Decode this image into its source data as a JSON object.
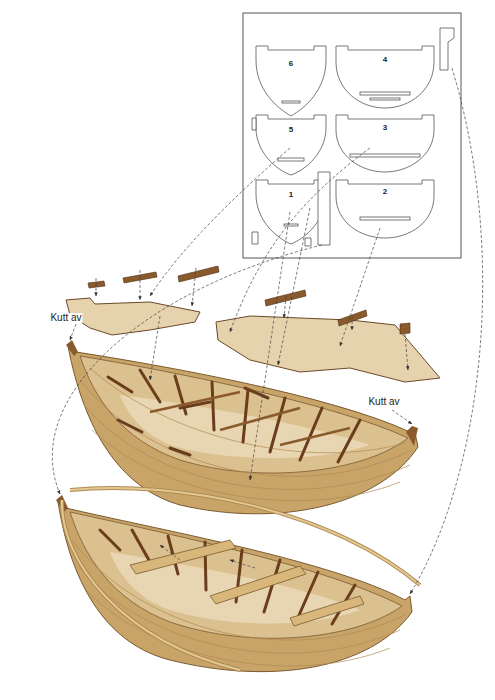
{
  "diagram": {
    "labels": [
      "6",
      "4",
      "5",
      "3",
      "1",
      "2",
      "Kutt av",
      "Kutt av"
    ]
  }
}
